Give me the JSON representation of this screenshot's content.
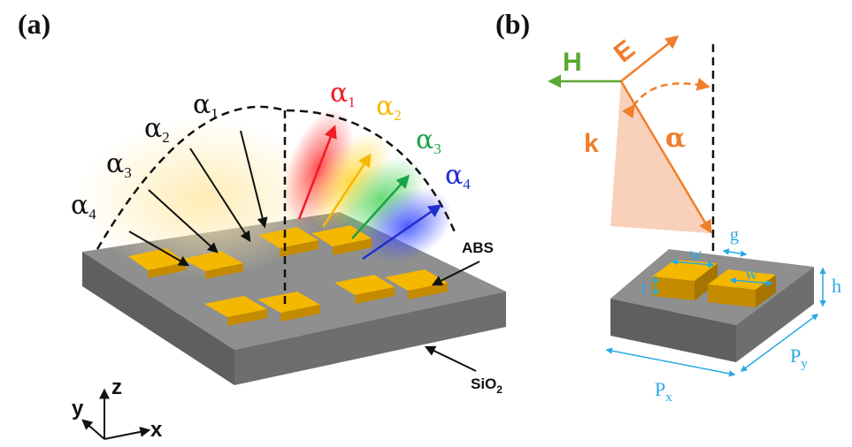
{
  "panels": {
    "a": {
      "label": "(a)",
      "incident_angles": [
        {
          "symbol": "α",
          "sub": "1"
        },
        {
          "symbol": "α",
          "sub": "2"
        },
        {
          "symbol": "α",
          "sub": "3"
        },
        {
          "symbol": "α",
          "sub": "4"
        }
      ],
      "reflected_angles": [
        {
          "symbol": "α",
          "sub": "1",
          "color": "#ee1c24"
        },
        {
          "symbol": "α",
          "sub": "2",
          "color": "#f5b800"
        },
        {
          "symbol": "α",
          "sub": "3",
          "color": "#1aa34a"
        },
        {
          "symbol": "α",
          "sub": "4",
          "color": "#1f2fd0"
        }
      ],
      "abs_label": "ABS",
      "substrate_label": {
        "main": "SiO",
        "sub": "2"
      },
      "axes": {
        "z": "z",
        "y": "y",
        "x": "x"
      }
    },
    "b": {
      "label": "(b)",
      "field_H": {
        "text": "H",
        "color": "#5aa832"
      },
      "field_E": {
        "text": "E",
        "color": "#f07e2a"
      },
      "wave_vector": {
        "text": "k",
        "color": "#f07e2a"
      },
      "angle": {
        "text": "α",
        "color": "#f07e2a"
      },
      "dims": {
        "g": "g",
        "w1": "w",
        "w2": "w",
        "t": "t",
        "h": "h",
        "px": {
          "main": "P",
          "sub": "x"
        },
        "py": {
          "main": "P",
          "sub": "y"
        }
      }
    }
  },
  "colors": {
    "gold_top": "#f5b800",
    "gold_side": "#c48a00",
    "slab_top": "#8f8f8f",
    "slab_front": "#5f5f5f",
    "slab_right": "#6e6e6e",
    "dimension": "#29a9e1"
  }
}
